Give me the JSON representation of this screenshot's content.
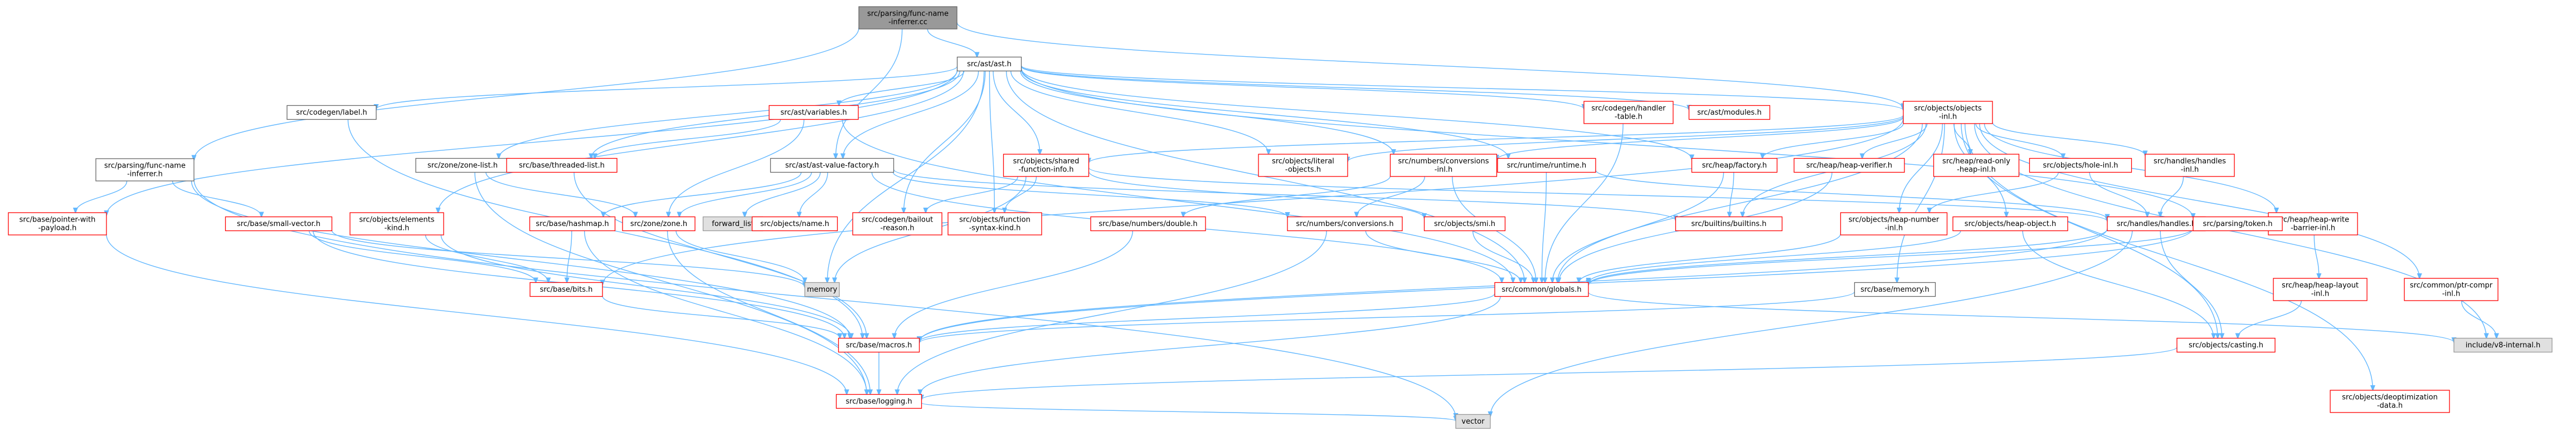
{
  "graph": {
    "title": "",
    "colors": {
      "edge": "#63b8ff",
      "root_fill": "#999999",
      "red_border": "#ff0000",
      "gray_border": "#999999",
      "default_border": "#666666",
      "white_fill": "#ffffff",
      "gray_fill": "#e0e0e0"
    },
    "nodes": [
      {
        "id": "root",
        "lines": [
          "src/parsing/func-name",
          "-inferrer.cc"
        ],
        "style": "root"
      },
      {
        "id": "ast",
        "lines": [
          "src/ast/ast.h"
        ],
        "style": "plain"
      },
      {
        "id": "fni",
        "lines": [
          "src/parsing/func-name",
          "-inferrer.h"
        ],
        "style": "plain"
      },
      {
        "id": "label",
        "lines": [
          "src/codegen/label.h"
        ],
        "style": "plain"
      },
      {
        "id": "zonelist",
        "lines": [
          "src/zone/zone-list.h"
        ],
        "style": "plain"
      },
      {
        "id": "elemkind",
        "lines": [
          "src/objects/elements",
          "-kind.h"
        ],
        "style": "red"
      },
      {
        "id": "threaded",
        "lines": [
          "src/base/threaded-list.h"
        ],
        "style": "red"
      },
      {
        "id": "variables",
        "lines": [
          "src/ast/variables.h"
        ],
        "style": "red"
      },
      {
        "id": "avf",
        "lines": [
          "src/ast/ast-value-factory.h"
        ],
        "style": "plain"
      },
      {
        "id": "hashmap",
        "lines": [
          "src/base/hashmap.h"
        ],
        "style": "red"
      },
      {
        "id": "zone",
        "lines": [
          "src/zone/zone.h"
        ],
        "style": "red"
      },
      {
        "id": "forward",
        "lines": [
          "forward_list"
        ],
        "style": "gray"
      },
      {
        "id": "objname",
        "lines": [
          "src/objects/name.h"
        ],
        "style": "red"
      },
      {
        "id": "shared",
        "lines": [
          "src/objects/shared",
          "-function-info.h"
        ],
        "style": "red"
      },
      {
        "id": "bailout",
        "lines": [
          "src/codegen/bailout",
          "-reason.h"
        ],
        "style": "red"
      },
      {
        "id": "fsk",
        "lines": [
          "src/objects/function",
          "-syntax-kind.h"
        ],
        "style": "red"
      },
      {
        "id": "literal",
        "lines": [
          "src/objects/literal",
          "-objects.h"
        ],
        "style": "red"
      },
      {
        "id": "numconvinl",
        "lines": [
          "src/numbers/conversions",
          "-inl.h"
        ],
        "style": "red"
      },
      {
        "id": "numconv",
        "lines": [
          "src/numbers/conversions.h"
        ],
        "style": "red"
      },
      {
        "id": "runtime",
        "lines": [
          "src/runtime/runtime.h"
        ],
        "style": "red"
      },
      {
        "id": "smi",
        "lines": [
          "src/objects/smi.h"
        ],
        "style": "red"
      },
      {
        "id": "handler",
        "lines": [
          "src/codegen/handler",
          "-table.h"
        ],
        "style": "red"
      },
      {
        "id": "modules",
        "lines": [
          "src/ast/modules.h"
        ],
        "style": "red"
      },
      {
        "id": "objects",
        "lines": [
          "src/objects/objects",
          "-inl.h"
        ],
        "style": "red"
      },
      {
        "id": "factory",
        "lines": [
          "src/heap/factory.h"
        ],
        "style": "red"
      },
      {
        "id": "heapverifier",
        "lines": [
          "src/heap/heap-verifier.h"
        ],
        "style": "red"
      },
      {
        "id": "readonly",
        "lines": [
          "src/heap/read-only",
          "-heap-inl.h"
        ],
        "style": "red"
      },
      {
        "id": "holeinl",
        "lines": [
          "src/objects/hole-inl.h"
        ],
        "style": "red"
      },
      {
        "id": "handlesinl",
        "lines": [
          "src/handles/handles",
          "-inl.h"
        ],
        "style": "red"
      },
      {
        "id": "builtins",
        "lines": [
          "src/builtins/builtins.h"
        ],
        "style": "red"
      },
      {
        "id": "heapnum",
        "lines": [
          "src/objects/heap-number",
          "-inl.h"
        ],
        "style": "red"
      },
      {
        "id": "heapobj",
        "lines": [
          "src/objects/heap-object.h"
        ],
        "style": "red"
      },
      {
        "id": "handles",
        "lines": [
          "src/handles/handles.h"
        ],
        "style": "red"
      },
      {
        "id": "writebarrier",
        "lines": [
          "src/heap/heap-write",
          "-barrier-inl.h"
        ],
        "style": "red"
      },
      {
        "id": "layout",
        "lines": [
          "src/heap/heap-layout",
          "-inl.h"
        ],
        "style": "red"
      },
      {
        "id": "token",
        "lines": [
          "src/parsing/token.h"
        ],
        "style": "red"
      },
      {
        "id": "ptrcompr",
        "lines": [
          "src/common/ptr-compr",
          "-inl.h"
        ],
        "style": "red"
      },
      {
        "id": "v8internal",
        "lines": [
          "include/v8-internal.h"
        ],
        "style": "gray"
      },
      {
        "id": "deopt",
        "lines": [
          "src/objects/deoptimization",
          "-data.h"
        ],
        "style": "red"
      },
      {
        "id": "ptrpayload",
        "lines": [
          "src/base/pointer-with",
          "-payload.h"
        ],
        "style": "red"
      },
      {
        "id": "smallvec",
        "lines": [
          "src/base/small-vector.h"
        ],
        "style": "red"
      },
      {
        "id": "bits",
        "lines": [
          "src/base/bits.h"
        ],
        "style": "red"
      },
      {
        "id": "double",
        "lines": [
          "src/base/numbers/double.h"
        ],
        "style": "red"
      },
      {
        "id": "memory",
        "lines": [
          "memory"
        ],
        "style": "gray"
      },
      {
        "id": "globals",
        "lines": [
          "src/common/globals.h"
        ],
        "style": "red"
      },
      {
        "id": "basememory",
        "lines": [
          "src/base/memory.h"
        ],
        "style": "plain"
      },
      {
        "id": "casting",
        "lines": [
          "src/objects/casting.h"
        ],
        "style": "red"
      },
      {
        "id": "macros",
        "lines": [
          "src/base/macros.h"
        ],
        "style": "red"
      },
      {
        "id": "logging",
        "lines": [
          "src/base/logging.h"
        ],
        "style": "red"
      },
      {
        "id": "vector",
        "lines": [
          "vector"
        ],
        "style": "gray"
      }
    ],
    "edges": [
      [
        "root",
        "ast"
      ],
      [
        "root",
        "fni"
      ],
      [
        "root",
        "avf"
      ],
      [
        "root",
        "objects"
      ],
      [
        "ast",
        "label"
      ],
      [
        "ast",
        "zonelist"
      ],
      [
        "ast",
        "elemkind"
      ],
      [
        "ast",
        "threaded"
      ],
      [
        "ast",
        "variables"
      ],
      [
        "ast",
        "avf"
      ],
      [
        "ast",
        "shared"
      ],
      [
        "ast",
        "bailout"
      ],
      [
        "ast",
        "fsk"
      ],
      [
        "ast",
        "literal"
      ],
      [
        "ast",
        "numconvinl"
      ],
      [
        "ast",
        "runtime"
      ],
      [
        "ast",
        "handler"
      ],
      [
        "ast",
        "modules"
      ],
      [
        "ast",
        "objects"
      ],
      [
        "ast",
        "factory"
      ],
      [
        "ast",
        "token"
      ],
      [
        "ast",
        "globals"
      ],
      [
        "ast",
        "ptrpayload"
      ],
      [
        "ast",
        "memory"
      ],
      [
        "fni",
        "ptrpayload"
      ],
      [
        "fni",
        "smallvec"
      ],
      [
        "fni",
        "macros"
      ],
      [
        "fni",
        "vector"
      ],
      [
        "label",
        "macros"
      ],
      [
        "zonelist",
        "zone"
      ],
      [
        "zonelist",
        "logging"
      ],
      [
        "elemkind",
        "bits"
      ],
      [
        "elemkind",
        "macros"
      ],
      [
        "threaded",
        "macros"
      ],
      [
        "variables",
        "threaded"
      ],
      [
        "variables",
        "zone"
      ],
      [
        "variables",
        "globals"
      ],
      [
        "avf",
        "hashmap"
      ],
      [
        "avf",
        "zone"
      ],
      [
        "avf",
        "forward"
      ],
      [
        "avf",
        "objname"
      ],
      [
        "avf",
        "numconv"
      ],
      [
        "avf",
        "globals"
      ],
      [
        "avf",
        "builtins"
      ],
      [
        "hashmap",
        "bits"
      ],
      [
        "hashmap",
        "logging"
      ],
      [
        "zone",
        "memory"
      ],
      [
        "zone",
        "logging"
      ],
      [
        "shared",
        "bailout"
      ],
      [
        "shared",
        "fsk"
      ],
      [
        "shared",
        "smi"
      ],
      [
        "shared",
        "memory"
      ],
      [
        "shared",
        "handles"
      ],
      [
        "numconvinl",
        "double"
      ],
      [
        "numconvinl",
        "numconv"
      ],
      [
        "numconvinl",
        "globals"
      ],
      [
        "numconv",
        "globals"
      ],
      [
        "numconv",
        "logging"
      ],
      [
        "runtime",
        "handles"
      ],
      [
        "runtime",
        "globals"
      ],
      [
        "smi",
        "globals"
      ],
      [
        "handler",
        "globals"
      ],
      [
        "objects",
        "literal"
      ],
      [
        "objects",
        "shared"
      ],
      [
        "objects",
        "factory"
      ],
      [
        "objects",
        "heapverifier"
      ],
      [
        "objects",
        "readonly"
      ],
      [
        "objects",
        "holeinl"
      ],
      [
        "objects",
        "handlesinl"
      ],
      [
        "objects",
        "builtins"
      ],
      [
        "objects",
        "heapnum"
      ],
      [
        "objects",
        "heapobj"
      ],
      [
        "objects",
        "writebarrier"
      ],
      [
        "objects",
        "casting"
      ],
      [
        "objects",
        "ptrcompr"
      ],
      [
        "objects",
        "v8internal"
      ],
      [
        "objects",
        "deopt"
      ],
      [
        "objects",
        "globals"
      ],
      [
        "objects",
        "bits"
      ],
      [
        "objects",
        "basememory"
      ],
      [
        "objects",
        "numconvinl"
      ],
      [
        "factory",
        "builtins"
      ],
      [
        "factory",
        "globals"
      ],
      [
        "heapverifier",
        "globals"
      ],
      [
        "holeinl",
        "heapnum"
      ],
      [
        "holeinl",
        "handles"
      ],
      [
        "handlesinl",
        "handles"
      ],
      [
        "handles",
        "globals"
      ],
      [
        "handles",
        "macros"
      ],
      [
        "handles",
        "casting"
      ],
      [
        "handles",
        "vector"
      ],
      [
        "heapnum",
        "globals"
      ],
      [
        "heapobj",
        "globals"
      ],
      [
        "heapobj",
        "casting"
      ],
      [
        "writebarrier",
        "layout"
      ],
      [
        "layout",
        "casting"
      ],
      [
        "token",
        "globals"
      ],
      [
        "token",
        "macros"
      ],
      [
        "ptrcompr",
        "v8internal"
      ],
      [
        "smallvec",
        "bits"
      ],
      [
        "smallvec",
        "macros"
      ],
      [
        "smallvec",
        "memory"
      ],
      [
        "bits",
        "macros"
      ],
      [
        "double",
        "macros"
      ],
      [
        "globals",
        "macros"
      ],
      [
        "globals",
        "v8internal"
      ],
      [
        "globals",
        "logging"
      ],
      [
        "basememory",
        "macros"
      ],
      [
        "casting",
        "logging"
      ],
      [
        "macros",
        "logging"
      ],
      [
        "logging",
        "vector"
      ],
      [
        "ptrpayload",
        "logging"
      ]
    ]
  }
}
